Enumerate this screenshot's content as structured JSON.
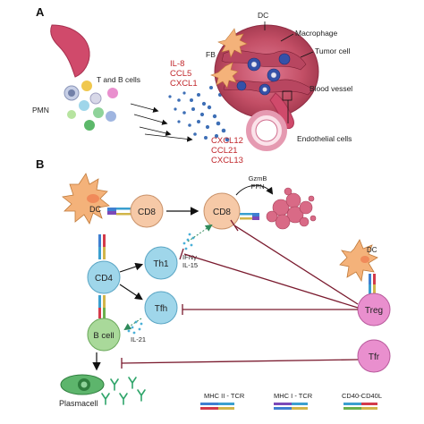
{
  "panel_a": {
    "letter": "A",
    "labels": {
      "t_b_cells": "T and B cells",
      "pmn": "PMN",
      "dc": "DC",
      "macrophage": "Macrophage",
      "tumor_cell": "Tumor cell",
      "fb": "FB",
      "blood_vessel": "Blood vessel",
      "endothelial": "Endothelial cells"
    },
    "chemokines_top": [
      "IL-8",
      "CCL5",
      "CXCL1"
    ],
    "chemokines_bottom": [
      "CXCL12",
      "CCL21",
      "CXCL13"
    ]
  },
  "panel_b": {
    "letter": "B",
    "cells": {
      "dc": "DC",
      "cd8_naive": "CD8",
      "cd8_effector": "CD8",
      "cd4": "CD4",
      "th1": "Th1",
      "tfh": "Tfh",
      "bcell": "B cell",
      "plasmacell": "Plasmacell",
      "dc_treg": "DC",
      "treg": "Treg",
      "tfr": "Tfr"
    },
    "annotations": {
      "gzmb": "GzmB",
      "pfn": "PFN",
      "ifng": "IFNγ",
      "il15": "IL-15",
      "il21": "IL-21"
    },
    "legend": [
      "MHC II - TCR",
      "MHC I - TCR",
      "CD40-CD40L"
    ]
  },
  "colors": {
    "dc": "#f4b27a",
    "cd8": "#f6c9a7",
    "cd4": "#9fd6ea",
    "treg": "#e98fce",
    "bcell": "#a9d99a",
    "inhibit": "#7a1a2e",
    "red_text": "#c0262b"
  }
}
